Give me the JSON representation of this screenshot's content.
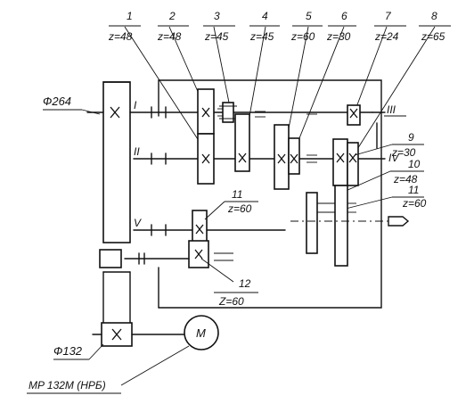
{
  "gears": [
    {
      "num": "1",
      "z": "z=48"
    },
    {
      "num": "2",
      "z": "z=48"
    },
    {
      "num": "3",
      "z": "z=45"
    },
    {
      "num": "4",
      "z": "z=45"
    },
    {
      "num": "5",
      "z": "z=60"
    },
    {
      "num": "6",
      "z": "z=30"
    },
    {
      "num": "7",
      "z": "z=24"
    },
    {
      "num": "8",
      "z": "z=65"
    }
  ],
  "right_gears": [
    {
      "num": "9",
      "z": "z=30"
    },
    {
      "num": "10",
      "z": "z=48"
    },
    {
      "num": "11",
      "z": "z=60"
    }
  ],
  "lower_gears": [
    {
      "num": "11",
      "z": "z=60"
    },
    {
      "num": "12",
      "z": "Z=60"
    }
  ],
  "shafts": [
    "I",
    "II",
    "III",
    "IV",
    "V"
  ],
  "pulley_large": "Ф264",
  "pulley_small": "Ф132",
  "motor_symbol": "M",
  "motor_name": "MP 132M (HPБ)"
}
